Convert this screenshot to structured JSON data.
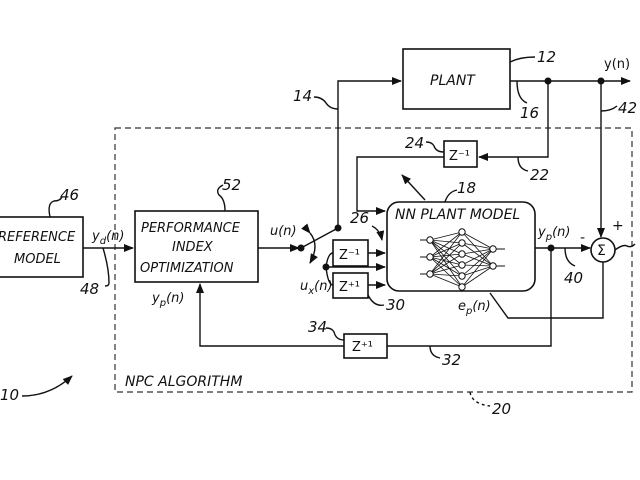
{
  "blocks": {
    "plant": {
      "label": "PLANT",
      "ref": "12"
    },
    "reference_model": {
      "line1": "REFERENCE",
      "line2": "MODEL",
      "ref": "46"
    },
    "performance_index": {
      "line1": "PERFORMANCE",
      "line2": "INDEX",
      "line3": "OPTIMIZATION",
      "ref": "52"
    },
    "nn_plant_model": {
      "label": "NN PLANT MODEL",
      "ref": "18"
    },
    "delay_feedback": {
      "label": "Z⁻¹",
      "ref": "24"
    },
    "delay_input_minus": {
      "label": "Z⁻¹"
    },
    "delay_input_plus": {
      "label": "Z⁺¹",
      "ref": "30"
    },
    "delay_output_plus": {
      "label": "Z⁺¹",
      "ref": "34"
    },
    "summer": {
      "label": "Σ",
      "plus": "+",
      "minus": "-"
    },
    "npc_region": {
      "label": "NPC ALGORITHM",
      "ref": "20"
    }
  },
  "signals": {
    "y_out": "y(n)",
    "y_d": "y",
    "y_d_sub": "d",
    "y_d_arg": "(n)",
    "u": "u(n)",
    "u_x": "u",
    "u_x_sub": "x",
    "u_x_arg": "(n)",
    "y_p_nn": "y",
    "y_p_sub": "p",
    "y_p_arg": "(n)",
    "e_p": "e",
    "e_p_sub": "p",
    "e_p_arg": "(n)"
  },
  "refs": {
    "system": "10",
    "plant_input": "14",
    "plant_output": "16",
    "feedback_line": "22",
    "nn_input": "26",
    "output_delay_line": "32",
    "nn_output_line": "40",
    "output_line": "42",
    "ref_output": "48"
  }
}
